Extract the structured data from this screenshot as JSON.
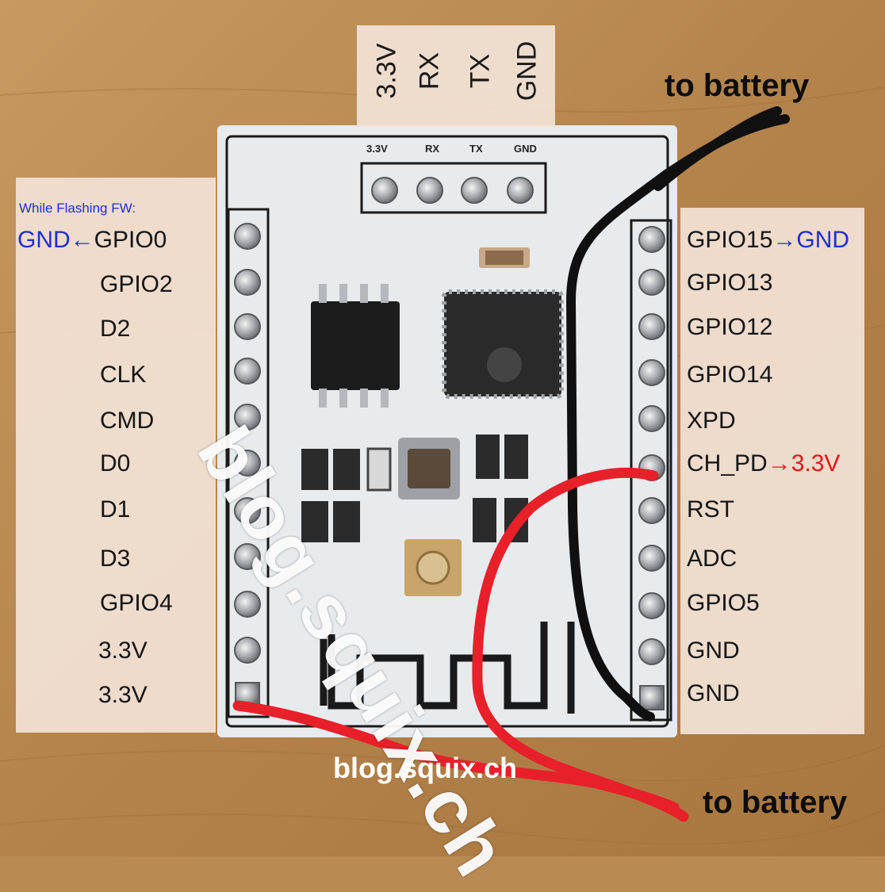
{
  "header_pins": [
    "3.3V",
    "RX",
    "TX",
    "GND"
  ],
  "silkscreen": [
    "3.3V",
    "RX",
    "TX",
    "GND"
  ],
  "flash_note": "While Flashing FW:",
  "left_pins": [
    {
      "prefix": "GND←",
      "label": "GPIO0"
    },
    {
      "prefix": "",
      "label": "GPIO2"
    },
    {
      "prefix": "",
      "label": "D2"
    },
    {
      "prefix": "",
      "label": "CLK"
    },
    {
      "prefix": "",
      "label": "CMD"
    },
    {
      "prefix": "",
      "label": "D0"
    },
    {
      "prefix": "",
      "label": "D1"
    },
    {
      "prefix": "",
      "label": "D3"
    },
    {
      "prefix": "",
      "label": "GPIO4"
    },
    {
      "prefix": "",
      "label": "3.3V"
    },
    {
      "prefix": "",
      "label": "3.3V"
    }
  ],
  "right_pins": [
    {
      "label": "GPIO15",
      "suffix": "→GND",
      "suffix_color": "#1f2fd0"
    },
    {
      "label": "GPIO13",
      "suffix": ""
    },
    {
      "label": "GPIO12",
      "suffix": ""
    },
    {
      "label": "GPIO14",
      "suffix": ""
    },
    {
      "label": "XPD",
      "suffix": ""
    },
    {
      "label": "CH_PD",
      "suffix": "→3.3V",
      "suffix_color": "#e01818"
    },
    {
      "label": "RST",
      "suffix": ""
    },
    {
      "label": "ADC",
      "suffix": ""
    },
    {
      "label": "GPIO5",
      "suffix": ""
    },
    {
      "label": "GND",
      "suffix": ""
    },
    {
      "label": "GND",
      "suffix": ""
    }
  ],
  "to_battery_top": "to battery",
  "to_battery_bottom": "to battery",
  "watermark": "blog.squix.ch",
  "watermark_diagonal": "blog.squix.ch",
  "colors": {
    "wood": "#b98a52",
    "board": "#e9ecef",
    "wire_red": "#e8202a",
    "wire_black": "#111111",
    "note_blue": "#1f2fd0",
    "note_red": "#e01818"
  }
}
